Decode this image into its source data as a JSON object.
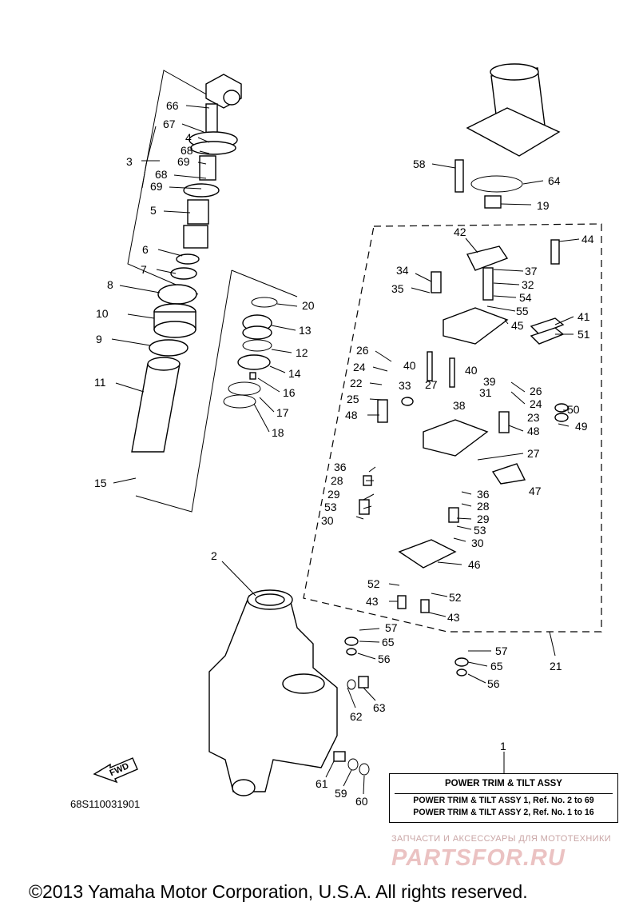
{
  "assembly_box": {
    "title": "POWER TRIM & TILT ASSY",
    "line1": "POWER TRIM & TILT ASSY 1, Ref. No. 2 to 69",
    "line2": "POWER TRIM & TILT ASSY 2, Ref. No. 1 to 16"
  },
  "fwd_label": "FWD",
  "drawing_number": "68S110031901",
  "watermark": {
    "line1": "ЗАПЧАСТИ И АКСЕССУАРЫ ДЛЯ МОТОТЕХНИКИ",
    "line2": "PARTSFOR.RU"
  },
  "copyright": "©2013 Yamaha Motor Corporation, U.S.A. All rights reserved.",
  "callouts": [
    {
      "n": "66"
    },
    {
      "n": "67"
    },
    {
      "n": "4"
    },
    {
      "n": "68"
    },
    {
      "n": "69"
    },
    {
      "n": "3"
    },
    {
      "n": "68"
    },
    {
      "n": "69"
    },
    {
      "n": "5"
    },
    {
      "n": "6"
    },
    {
      "n": "7"
    },
    {
      "n": "8"
    },
    {
      "n": "10"
    },
    {
      "n": "9"
    },
    {
      "n": "11"
    },
    {
      "n": "15"
    },
    {
      "n": "20"
    },
    {
      "n": "13"
    },
    {
      "n": "12"
    },
    {
      "n": "14"
    },
    {
      "n": "16"
    },
    {
      "n": "17"
    },
    {
      "n": "18"
    },
    {
      "n": "2"
    },
    {
      "n": "62"
    },
    {
      "n": "63"
    },
    {
      "n": "61"
    },
    {
      "n": "59"
    },
    {
      "n": "60"
    },
    {
      "n": "58"
    },
    {
      "n": "64"
    },
    {
      "n": "19"
    },
    {
      "n": "42"
    },
    {
      "n": "44"
    },
    {
      "n": "34"
    },
    {
      "n": "37"
    },
    {
      "n": "35"
    },
    {
      "n": "32"
    },
    {
      "n": "54"
    },
    {
      "n": "55"
    },
    {
      "n": "45"
    },
    {
      "n": "41"
    },
    {
      "n": "51"
    },
    {
      "n": "26"
    },
    {
      "n": "24"
    },
    {
      "n": "40"
    },
    {
      "n": "40"
    },
    {
      "n": "22"
    },
    {
      "n": "33"
    },
    {
      "n": "27"
    },
    {
      "n": "39"
    },
    {
      "n": "26"
    },
    {
      "n": "24"
    },
    {
      "n": "50"
    },
    {
      "n": "25"
    },
    {
      "n": "38"
    },
    {
      "n": "31"
    },
    {
      "n": "23"
    },
    {
      "n": "49"
    },
    {
      "n": "48"
    },
    {
      "n": "48"
    },
    {
      "n": "27"
    },
    {
      "n": "36"
    },
    {
      "n": "47"
    },
    {
      "n": "28"
    },
    {
      "n": "36"
    },
    {
      "n": "29"
    },
    {
      "n": "28"
    },
    {
      "n": "53"
    },
    {
      "n": "29"
    },
    {
      "n": "30"
    },
    {
      "n": "53"
    },
    {
      "n": "30"
    },
    {
      "n": "46"
    },
    {
      "n": "52"
    },
    {
      "n": "52"
    },
    {
      "n": "43"
    },
    {
      "n": "43"
    },
    {
      "n": "57"
    },
    {
      "n": "65"
    },
    {
      "n": "56"
    },
    {
      "n": "57"
    },
    {
      "n": "65"
    },
    {
      "n": "56"
    },
    {
      "n": "21"
    },
    {
      "n": "1"
    }
  ]
}
